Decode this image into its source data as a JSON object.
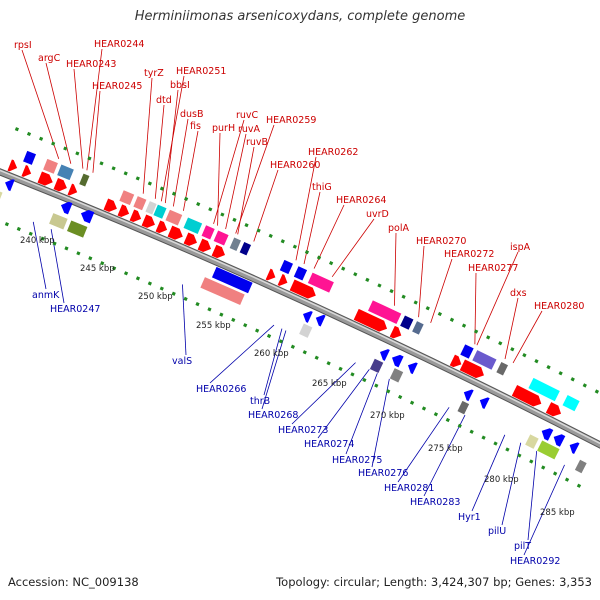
{
  "title": "Herminiimonas arsenicoxydans, complete genome",
  "footer": {
    "accession": "Accession: NC_009138",
    "summary": "Topology: circular; Length: 3,424,307 bp; Genes: 3,353"
  },
  "colors": {
    "forward": "#ff0000",
    "reverse": "#0000ff",
    "backbone": "#999999",
    "tick": "#228b22",
    "forward_label": "#cc0000",
    "reverse_label": "#0000aa"
  },
  "scale": {
    "unit": "kbp",
    "ticks": [
      240,
      245,
      250,
      255,
      260,
      265,
      270,
      275,
      280,
      285
    ]
  },
  "genes_top": [
    "rpsI",
    "argC",
    "HEAR0244",
    "HEAR0243",
    "HEAR0245",
    "tyrZ",
    "HEAR0251",
    "dtd",
    "bbsI",
    "dusB",
    "fis",
    "ruvC",
    "purH",
    "ruvA",
    "HEAR0259",
    "ruvB",
    "HEAR0260",
    "HEAR0262",
    "thiG",
    "HEAR0264",
    "uvrD",
    "polA",
    "HEAR0270",
    "HEAR0272",
    "ispA",
    "HEAR0277",
    "dxs",
    "HEAR0280"
  ],
  "genes_bottom": [
    "anmK",
    "HEAR0247",
    "valS",
    "HEAR0266",
    "thrB",
    "HEAR0268",
    "HEAR0273",
    "HEAR0274",
    "HEAR0275",
    "HEAR0276",
    "HEAR0281",
    "HEAR0283",
    "Hyr1",
    "pilU",
    "pilT",
    "HEAR0292"
  ]
}
